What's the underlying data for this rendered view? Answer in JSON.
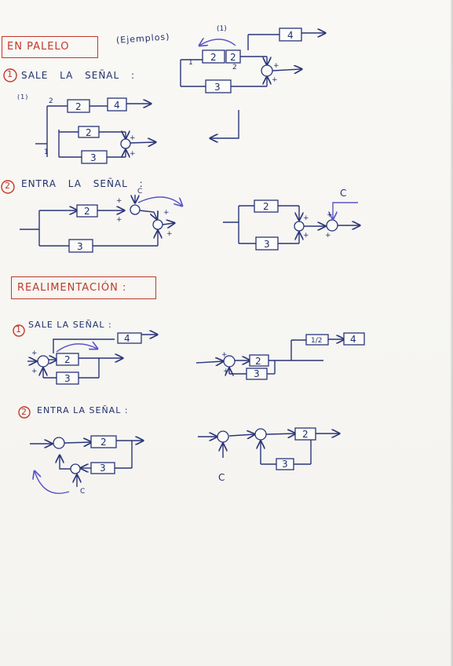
{
  "sections": {
    "parallel": {
      "title": "EN PALELO",
      "subtitle": "(Ejemplos)",
      "item1": {
        "number": "1",
        "label": "SALE LA SEÑAL :",
        "note": "(1)"
      },
      "item2": {
        "number": "2",
        "label": "ENTRA LA SEÑAL :"
      }
    },
    "feedback": {
      "title": "REALIMENTACIÓN :",
      "item1": {
        "number": "1",
        "label": "SALE LA SEÑAL :"
      },
      "item2": {
        "number": "2",
        "label": "ENTRA LA SEÑAL :"
      }
    }
  },
  "labels": {
    "one": "1",
    "two": "2",
    "three": "3",
    "four": "4",
    "half": "1/2",
    "plus": "+",
    "signal": "C",
    "note": "(1)"
  },
  "colors": {
    "ink": "#22306e",
    "ink_light": "#5a55c8",
    "accent": "#c0392b",
    "paper": "#f7f6f3"
  }
}
